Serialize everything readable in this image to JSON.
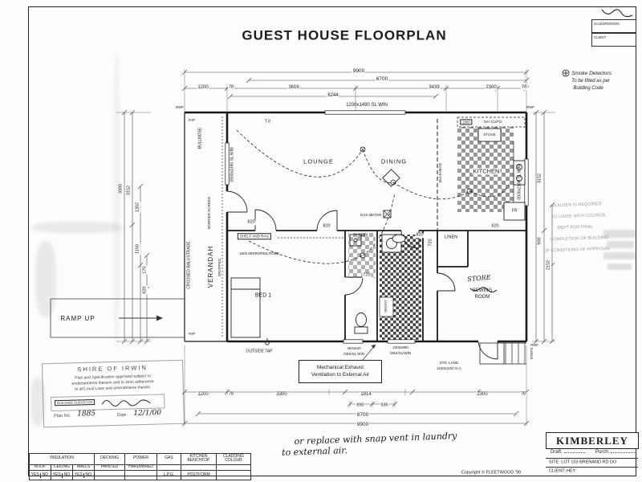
{
  "title": "GUEST HOUSE FLOORPLAN",
  "corner_box": {
    "salesperson": "SALESPERSON:",
    "client": "CLIENT:"
  },
  "smoke_note": {
    "line1": "Smoke Detectors",
    "line2": "To be fitted as per",
    "line3": "Building Code"
  },
  "rooms": {
    "lounge": "LOUNGE",
    "dining": "DINING",
    "kitchen": "KITCHEN",
    "bed1": "BED 1",
    "shower": "SHR",
    "linen": "LINEN",
    "sewing": "SEWING",
    "room": "ROOM",
    "verandah": "VERANDAH",
    "dropped": "DROPPED",
    "ramp_up": "RAMP UP"
  },
  "handwritten": {
    "store": "STORE",
    "note_line1": "or replace with snap vent in laundry",
    "note_line2": "to external air.",
    "plan_no": "1885",
    "date": "12/1/00"
  },
  "labels": {
    "tv": "T.V.",
    "bullnose": "BULLNOSE",
    "crossed_balustrade": "CROSSED BALUSTRADE",
    "barrier_screen": "BARRIER SCREEN",
    "shelf_rail": "SHELF AND RAIL",
    "robe": "1600 MIRRORED ROBE",
    "outside_tap": "OUTSIDE TAP",
    "gas_meter": "GAS METER",
    "oh_cupd": "O/H CUP'D",
    "cupd_1500": "1500",
    "stove": "STOVE",
    "fridge": "FR",
    "bulkhead": "BULKHEAD",
    "steps": "STEPS",
    "std_land1": "STD. LAND.",
    "std_land2": "1100x1100 O.A.",
    "fhp": "FHP",
    "rwp": "RWP",
    "skinny": "SKINNY"
  },
  "windows": {
    "top": "1200x1490 SL WIN",
    "left": "0900x1490 SL WIN",
    "right": "0900x2100 SL WIN",
    "wc1": "450x520",
    "wc2": "OBS/SL WIN",
    "laundry1": "1000x890",
    "laundry2": "OBS/SL/WIN"
  },
  "dims": {
    "d9900": "9900",
    "d6700": "6700",
    "d1200": "1200",
    "d78": "78",
    "d3616": "3616",
    "d3439": "3439",
    "d2300": "2300",
    "d6244": "6244",
    "d3300": "3300",
    "d1914": "1914",
    "d890": "890",
    "d935": "935",
    "d8700": "8700",
    "d820": "820",
    "d720": "720",
    "left_a": "3300",
    "left_b": "3152",
    "left_c": "1352",
    "left_d": "1150",
    "left_e": "170",
    "left_f": "820",
    "right_a": "3152",
    "right_b": "900",
    "right_c": "2152"
  },
  "exhaust_box": {
    "line1": "Mechanical Exhaust",
    "line2": "Ventilation to External Air"
  },
  "stamp": {
    "name": "SHIRE OF IRWIN",
    "line1": "Plan and Specification approved subject to",
    "line2": "endorsements thereon and to strict adherence",
    "line3": "to all Local Laws and amendments thereto.",
    "surveyor": "BUILDING SURVEYOR",
    "plan_no_label": "Plan No.",
    "date_label": "Date"
  },
  "builder_note": {
    "line1": "BUILDER IS REQUIRED",
    "line2": "TO LIAISE WITH COUNCIL",
    "line3": "DEPT FOR FINAL",
    "line4": "COMPLETION OF BUILDING",
    "line5": "OF CONDITIONS OF APPROVAL"
  },
  "title_block": {
    "brand": "KIMBERLEY",
    "draft": "Draft:",
    "purch": "Purch:",
    "site": "SITE: LOT 103 BRENAND RD DO",
    "client": "CLIENT: HEY",
    "copyright": "Copyright © FLEETWOOD '99"
  },
  "spec_table": {
    "headers": [
      "INSULATION",
      "DECKING",
      "POWER",
      "GAS",
      "KITCHEN BENCHTOP",
      "CLADDING COLOUR"
    ],
    "sub": [
      "ROOF",
      "CEILING",
      "WALLS"
    ],
    "values": {
      "decking": "PAINTED",
      "power": "HARDWIRED",
      "gas": "L.P.G.",
      "benchtop": "POSTFORM"
    },
    "yes": "YES",
    "no": "NO"
  }
}
